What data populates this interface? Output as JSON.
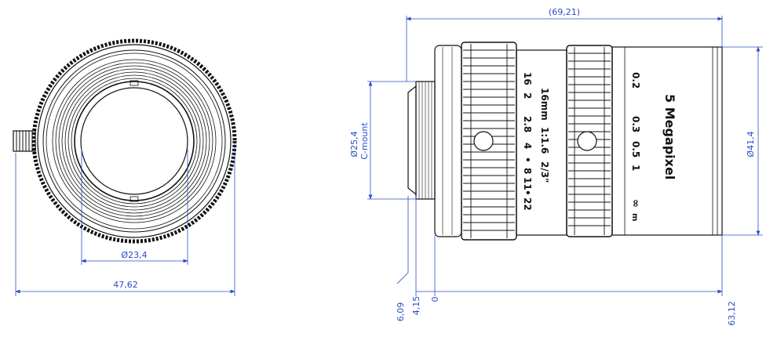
{
  "dimensions": {
    "overall_length": "(69,21)",
    "outer_diameter": "Ø41,4",
    "mount_diameter": "Ø25,4",
    "mount_type": "C-mount",
    "front_inner_diameter": "Ø23,4",
    "front_width": "47,62",
    "offset_a": "6,09",
    "offset_b": "4,15",
    "origin": "0",
    "body_length": "63,12"
  },
  "lens_markings": {
    "brand_text": "5 Megapixel",
    "focal": "16mm",
    "ratio": "1:1.6",
    "format": "2/3\"",
    "aperture_scale": [
      "16",
      "2",
      "2.8",
      "4",
      "•",
      "8",
      "11",
      "•",
      "22"
    ],
    "focus_scale": [
      "0.2",
      "0.3",
      "0.5",
      "1",
      "∞",
      "m"
    ]
  },
  "colors": {
    "line": "#111111",
    "dimension": "#2b4cc9"
  }
}
